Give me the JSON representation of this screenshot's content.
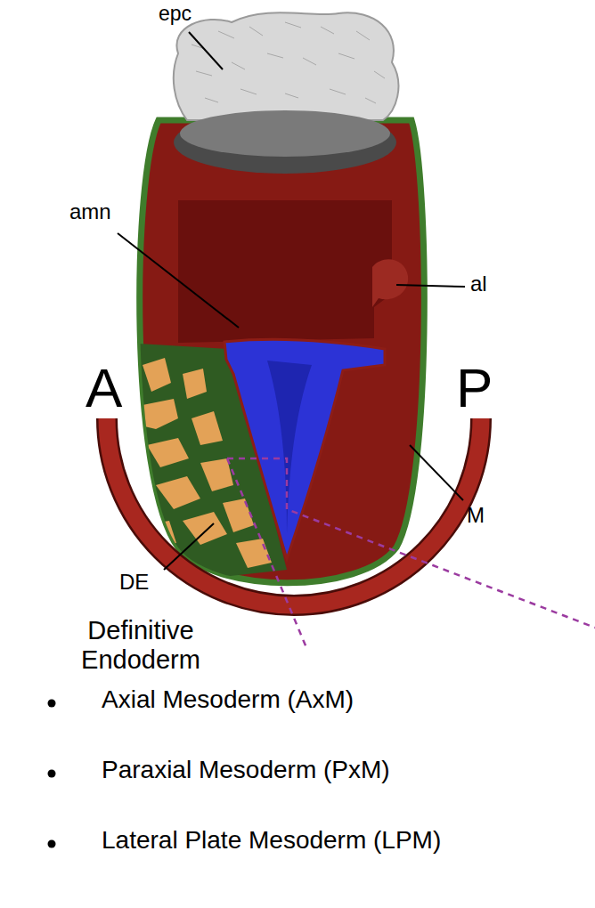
{
  "diagram": {
    "labels": [
      "epc",
      "amn",
      "al",
      "A",
      "P",
      "M",
      "DE",
      "Definitive Endoderm",
      "Axial Mesoderm (AxM)",
      "Paraxial Mesoderm (PxM)",
      "Lateral Plate Mesoderm (LPM)"
    ]
  }
}
